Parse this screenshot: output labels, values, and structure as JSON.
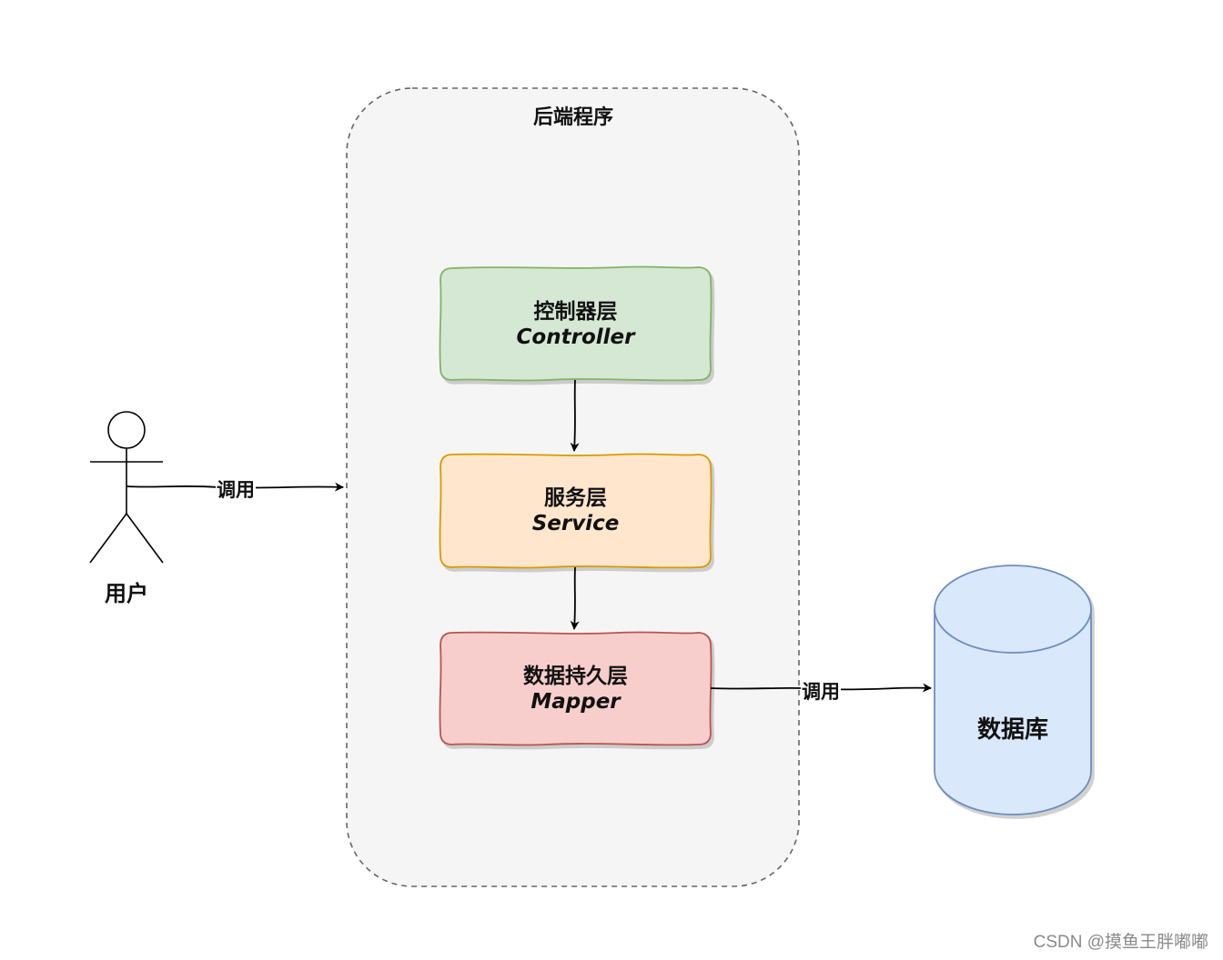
{
  "container": {
    "title": "后端程序",
    "fill": "#f5f5f5",
    "stroke": "#666666"
  },
  "actor": {
    "label": "用户"
  },
  "layers": [
    {
      "id": "controller",
      "title": "控制器层",
      "subtitle": "Controller",
      "fill": "#d5e8d4",
      "stroke": "#82b366"
    },
    {
      "id": "service",
      "title": "服务层",
      "subtitle": "Service",
      "fill": "#ffe6cc",
      "stroke": "#d79b00"
    },
    {
      "id": "mapper",
      "title": "数据持久层",
      "subtitle": "Mapper",
      "fill": "#f8cecc",
      "stroke": "#b85450"
    }
  ],
  "database": {
    "label": "数据库",
    "fill": "#dae8fc",
    "stroke": "#6c8ebf"
  },
  "edges": {
    "user_to_backend": "调用",
    "mapper_to_db": "调用"
  },
  "watermark": "CSDN @摸鱼王胖嘟嘟"
}
